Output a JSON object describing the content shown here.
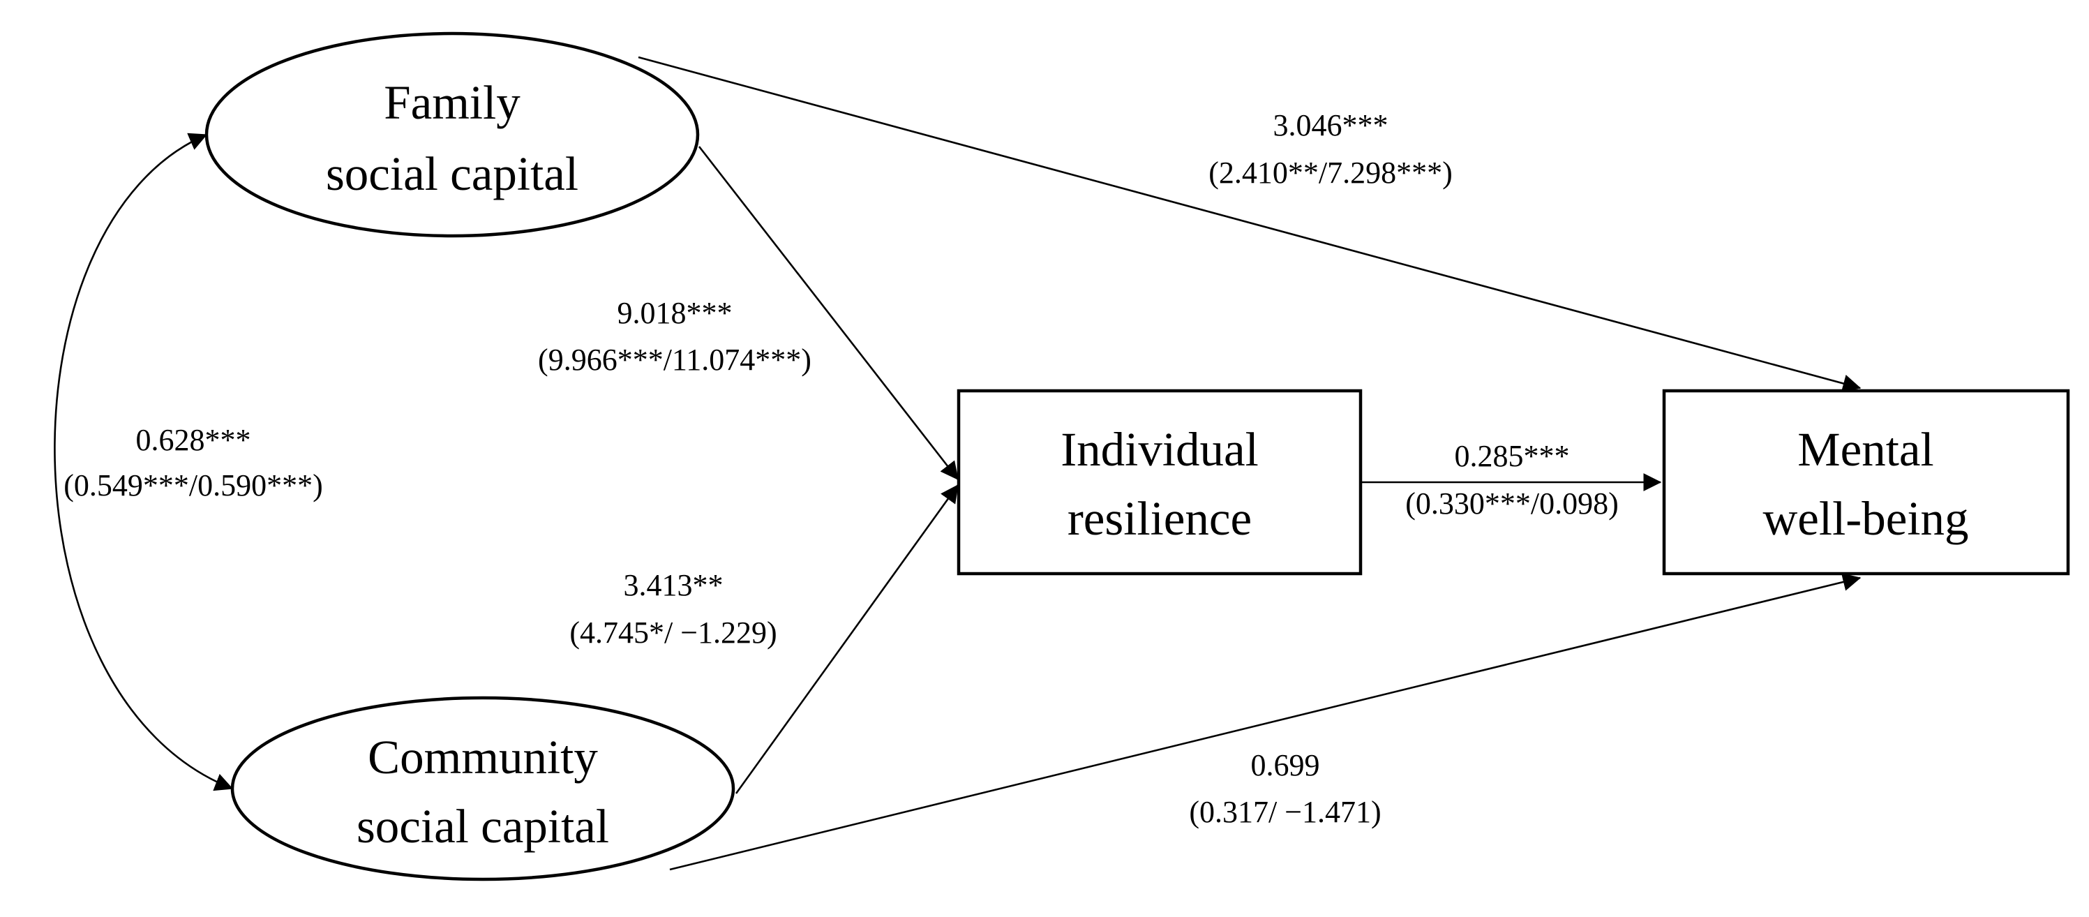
{
  "nodes": {
    "family": {
      "line1": "Family",
      "line2": "social capital"
    },
    "community": {
      "line1": "Community",
      "line2": "social capital"
    },
    "resilience": {
      "line1": "Individual",
      "line2": "resilience"
    },
    "wellbeing": {
      "line1": "Mental",
      "line2": "well-being"
    }
  },
  "coefficients": {
    "family_wellbeing": {
      "main": "3.046***",
      "groups": "(2.410**/7.298***)"
    },
    "family_resilience": {
      "main": "9.018***",
      "groups": "(9.966***/11.074***)"
    },
    "correlation": {
      "main": "0.628***",
      "groups": "(0.549***/0.590***)"
    },
    "resilience_wellbeing": {
      "main": "0.285***",
      "groups": "(0.330***/0.098)"
    },
    "community_resilience": {
      "main": "3.413**",
      "groups": "(4.745*/ −1.229)"
    },
    "community_wellbeing": {
      "main": "0.699",
      "groups": "(0.317/ −1.471)"
    }
  },
  "colors": {
    "stroke": "#000000",
    "background": "#ffffff"
  }
}
